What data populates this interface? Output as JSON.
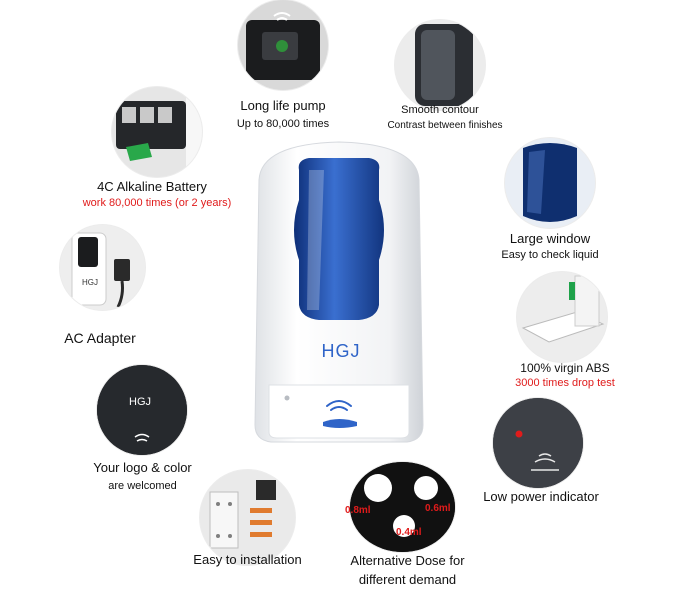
{
  "brand": "HGJ",
  "features": {
    "pump": {
      "title": "Long life pump",
      "subtitle": "Up to 80,000 times"
    },
    "contour": {
      "title": "Smooth contour",
      "subtitle": "Contrast  between finishes"
    },
    "battery": {
      "title": "4C Alkaline Battery",
      "subtitle": "work 80,000 times (or 2 years)"
    },
    "window": {
      "title": "Large window",
      "subtitle": "Easy to check liquid"
    },
    "adapter": {
      "title": "AC Adapter"
    },
    "abs": {
      "title": "100% virgin ABS",
      "subtitle": "3000 times drop test"
    },
    "logo": {
      "title": "Your logo & color",
      "subtitle": "are welcomed"
    },
    "indicator": {
      "title": "Low power indicator"
    },
    "installation": {
      "title": "Easy to installation"
    },
    "dose": {
      "title": "Alternative Dose for",
      "title2": "different demand",
      "doses": [
        "0.8ml",
        "0.6ml",
        "0.4ml"
      ]
    }
  },
  "colors": {
    "accent_red": "#e01b1b",
    "window_blue": "#1f4ea8",
    "shell_white": "#f4f5f7",
    "dark_shell": "#2b2e33"
  },
  "icons": [
    "wave-sensor-icon",
    "battery-icon",
    "hand-icon",
    "led-indicator-icon"
  ]
}
